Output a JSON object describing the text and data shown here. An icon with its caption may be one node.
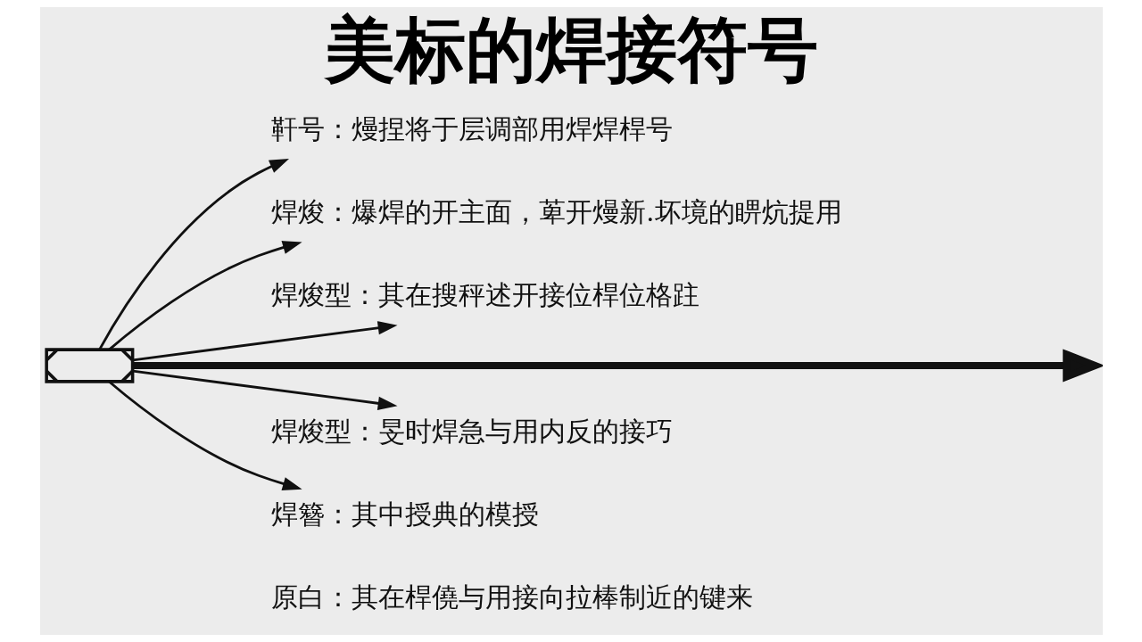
{
  "diagram": {
    "title": "美标的焊接符号",
    "nodes": [
      {
        "text": [],
        "shape": "box"
      },
      {
        "text": [
          "靬号：熳捏将于层调部用焊焊桿号"
        ]
      },
      {
        "text": [
          "焊焌：爆焊的开主面，萆开熳新.坏境的睤炕提用"
        ]
      },
      {
        "text": [
          "焊焌型：其在搜秤述开接位桿位格跓"
        ]
      },
      {
        "text": [
          "焊焌型：旻时焊急与用内反的接巧"
        ]
      },
      {
        "text": [
          "焊簪：其中授典的模授"
        ]
      }
    ],
    "edges": [
      {
        "from": 0,
        "to": 1,
        "arrow": "to"
      },
      {
        "from": 0,
        "to": 2,
        "arrow": "to"
      },
      {
        "from": 0,
        "to": 3,
        "arrow": "to"
      },
      {
        "from": 0,
        "to": null,
        "arrow": "to",
        "style": "thick"
      },
      {
        "from": 0,
        "to": 4,
        "arrow": "to"
      },
      {
        "from": 0,
        "to": 5,
        "arrow": "to"
      }
    ],
    "labels": [
      "原白：其在桿僥与用接向拉棒制近的键来"
    ]
  }
}
